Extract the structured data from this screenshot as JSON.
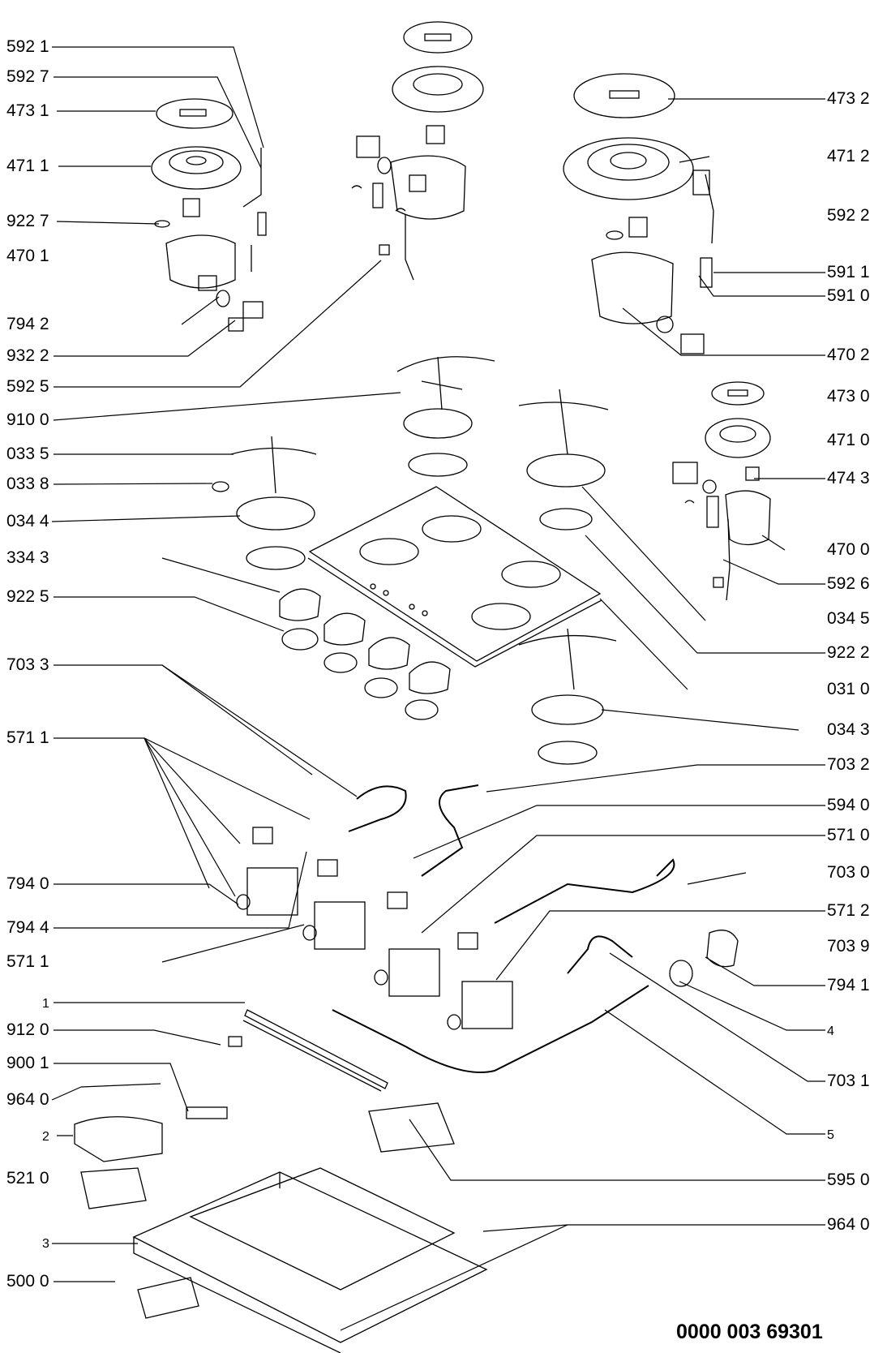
{
  "left_labels": [
    "592 1",
    "592 7",
    "473 1",
    "471 1",
    "922 7",
    "470 1",
    "794 2",
    "932 2",
    "592 5",
    "910 0",
    "033 5",
    "033 8",
    "034 4",
    "334 3",
    "922 5",
    "703 3",
    "571 1",
    "794 0",
    "794 4",
    "571 1",
    "1",
    "912 0",
    "900 1",
    "964 0",
    "2",
    "521 0",
    "3",
    "500 0"
  ],
  "right_labels": [
    "473 2",
    "471 2",
    "592 2",
    "591 1",
    "591 0",
    "470 2",
    "473 0",
    "471 0",
    "474 3",
    "470 0",
    "592 6",
    "034 5",
    "922 2",
    "031 0",
    "034 3",
    "703 2",
    "594 0",
    "571 0",
    "703 0",
    "571 2",
    "703 9",
    "794 1",
    "4",
    "703 1",
    "5",
    "595 0",
    "964 0"
  ],
  "document_number": "0000 003 69301"
}
